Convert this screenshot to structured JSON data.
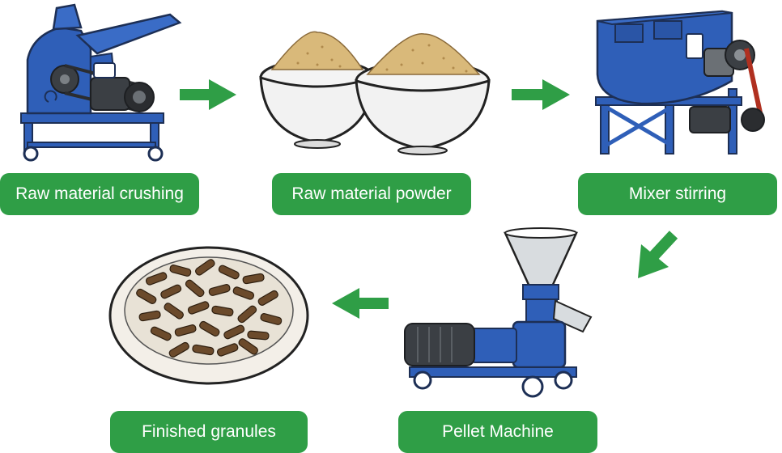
{
  "steps": [
    {
      "id": "raw-material-crushing",
      "label": "Raw material crushing"
    },
    {
      "id": "raw-material-powder",
      "label": "Raw material powder"
    },
    {
      "id": "mixer-stirring",
      "label": "Mixer stirring"
    },
    {
      "id": "pellet-machine",
      "label": "Pellet Machine"
    },
    {
      "id": "finished-granules",
      "label": "Finished granules"
    }
  ],
  "colors": {
    "label_bg": "#2f9e46",
    "label_text": "#ffffff",
    "arrow": "#2f9e46",
    "machine_blue": "#2f5fb8",
    "motor_dark": "#3b3f44",
    "powder": "#d9b97a",
    "bowl": "#f2f2f2",
    "pellet": "#6b4a2b",
    "hopper_silver": "#d8dcdf"
  },
  "icons": [
    "hammer-mill-icon",
    "powder-bowls-icon",
    "horizontal-mixer-icon",
    "pellet-mill-icon",
    "pellet-plate-icon",
    "flow-arrow-icon"
  ]
}
